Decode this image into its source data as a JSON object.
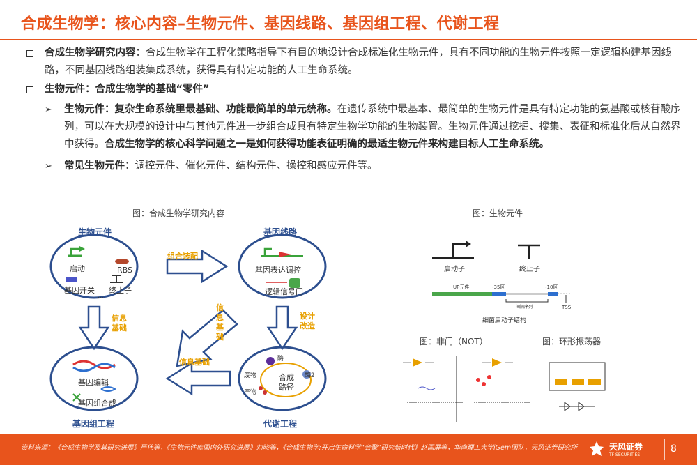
{
  "title": "合成生物学：核心内容–生物元件、基因线路、基因组工程、代谢工程",
  "bullets": {
    "b1_label": "合成生物学研究内容",
    "b1_colon": "：",
    "b1_text": "合成生物学在工程化策略指导下有目的地设计合成标准化生物元件，具有不同功能的生物元件按照一定逻辑构建基因线路，不同基因线路组装集成系统，获得具有特定功能的人工生命系统。",
    "b2_label": "生物元件：合成生物学的基础“零件”",
    "sub1_bold": "生物元件：复杂生命系统里最基础、功能最简单的单元统称。",
    "sub1_text": "在遗传系统中最基本、最简单的生物元件是具有特定功能的氨基酸或核苷酸序列，可以在大规模的设计中与其他元件进一步组合成具有特定生物学功能的生物装置。生物元件通过挖掘、搜集、表征和标准化后从自然界中获得。",
    "sub1_bold2": "合成生物学的核心科学问题之一是如何获得功能表征明确的最适生物元件来构建目标人工生命系统。",
    "sub2_bold": "常见生物元件",
    "sub2_text": "：调控元件、催化元件、结构元件、操控和感应元件等。",
    "arrow_glyph": "➢"
  },
  "fig_left": {
    "caption": "图：合成生物学研究内容",
    "node1_title": "生物元件",
    "node1_items": [
      "启动",
      "RBS",
      "基因开关",
      "终止子",
      "..."
    ],
    "node2_title": "基因线路",
    "node2_items": [
      "基因表达调控",
      "逻辑信号门",
      "..."
    ],
    "node3_title": "基因组工程",
    "node3_items": [
      "基因编辑",
      "基因组合成"
    ],
    "node4_title": "代谢工程",
    "node4_items": [
      "酶",
      "废物",
      "合成",
      "路径",
      "酶2",
      "产物"
    ],
    "arrow_assemble": "组合装配",
    "arrow_info1": "信息基础",
    "arrow_info2": "信息基础",
    "arrow_info3": "信息基础",
    "arrow_design": "设计改造"
  },
  "fig_right": {
    "caption": "图：生物元件",
    "promoter": "启动子",
    "terminator": "终止子",
    "up": "UP元件",
    "m35": "-35区",
    "m10": "-10区",
    "spacer": "间隔序列",
    "tss": "TSS",
    "bacterial": "细菌启动子结构",
    "not_gate": "图：非门（NOT）",
    "oscillator": "图：环形振荡器"
  },
  "footer": {
    "source": "资料来源：《合成生物学及其研究进展》严伟等，《生物元件库国内外研究进展》刘晓等，《合成生物学:开启生命科学“会聚”研究新时代》赵国屏等，华南理工大学iGem团队，天风证券研究所",
    "logo_text": "天风证券",
    "logo_sub": "TF SECURITIES",
    "page": "8"
  },
  "colors": {
    "accent": "#e8541c",
    "navy": "#2d4f8f",
    "gold": "#e8a000"
  }
}
